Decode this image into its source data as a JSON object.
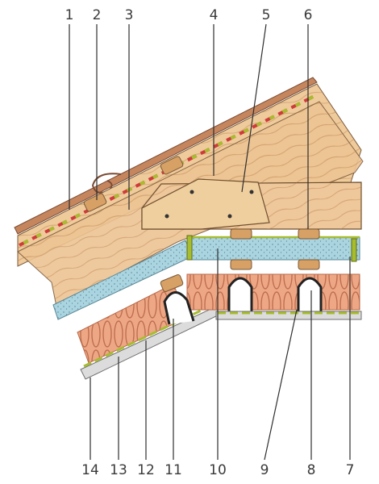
{
  "diagram": {
    "top_labels": [
      "1",
      "2",
      "3",
      "4",
      "5",
      "6"
    ],
    "bottom_labels": [
      "14",
      "13",
      "12",
      "11",
      "10",
      "9",
      "8",
      "7"
    ]
  },
  "colors": {
    "roof_sheet": "#b97955",
    "wood": "#ecc596",
    "wood_grain": "#a9713f",
    "insulation_board": "#a9d4e0",
    "mineral_wool": "#eea784",
    "membrane_red": "#cf3b3b",
    "membrane_green": "#a7bc2f",
    "batten": "#d7a064",
    "lining": "#dcdcdc",
    "leader": "#2f2f2f"
  }
}
